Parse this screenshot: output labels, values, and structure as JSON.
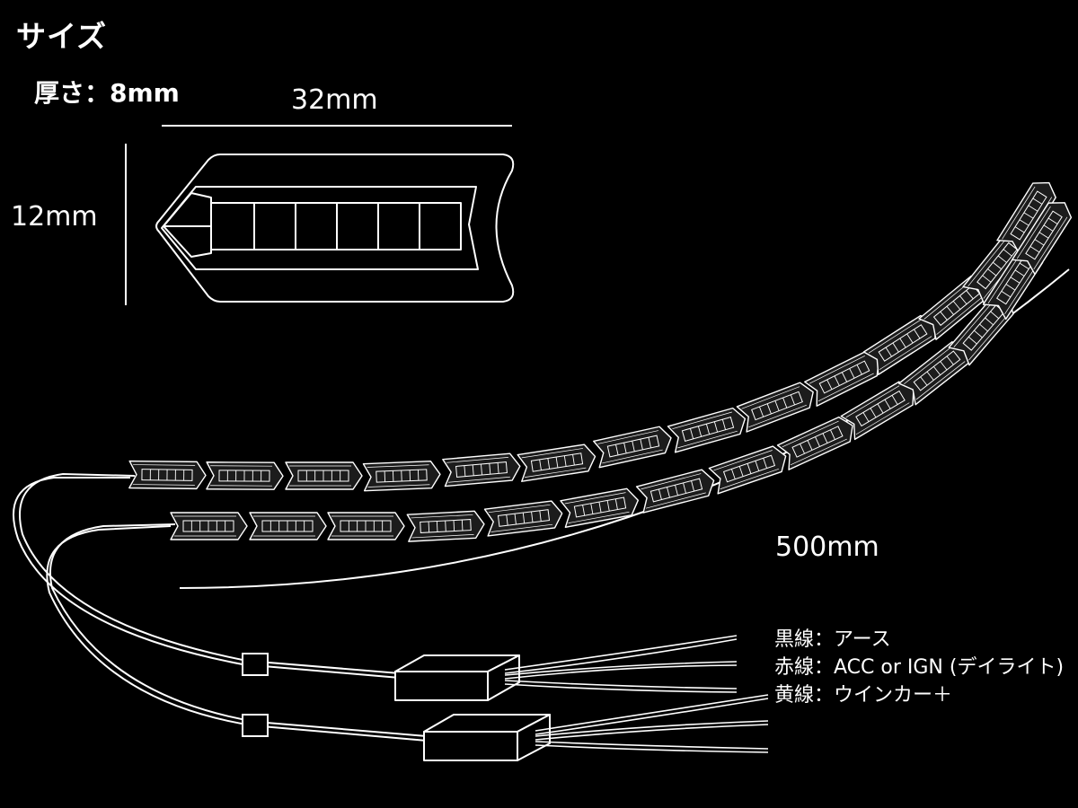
{
  "title": "サイズ",
  "dimensions": {
    "thickness": "厚さ：8mm",
    "width": "32mm",
    "height": "12mm",
    "length": "500mm"
  },
  "wires": [
    "黒線：アース",
    "赤線：ACC or IGN (デイライト)",
    "黄線：ウインカー＋"
  ],
  "colors": {
    "background": "#000000",
    "line": "#ffffff",
    "segment_fill": "#1c1c1c",
    "box_fill": "#000000"
  }
}
